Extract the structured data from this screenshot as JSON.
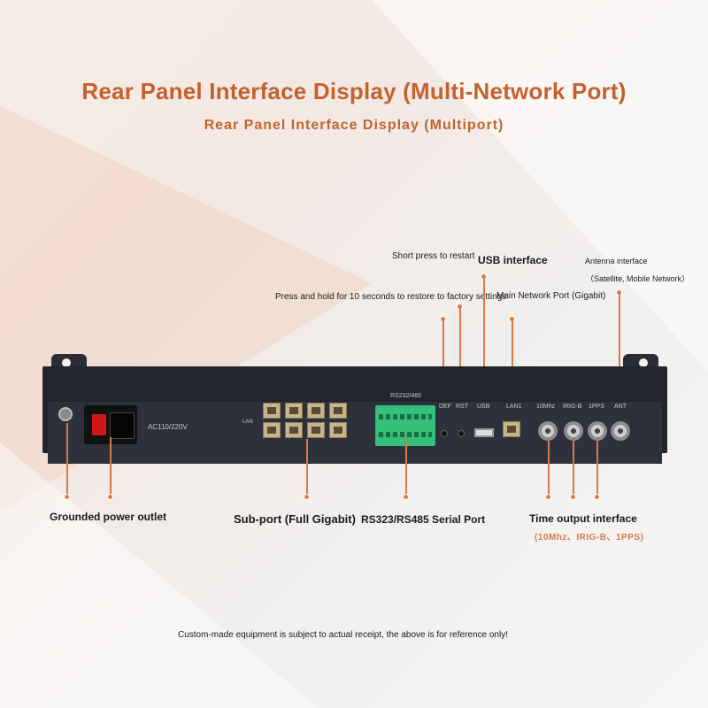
{
  "titles": {
    "main": "Rear Panel Interface Display (Multi-Network Port)",
    "sub": "Rear Panel Interface Display (Multiport)"
  },
  "annotations": {
    "short_press": "Short press to restart",
    "usb": "USB interface",
    "antenna": "Antenna interface",
    "antenna_sub": "（Satellite, Mobile Network）",
    "factory_reset": "Press and hold for 10 seconds to restore to factory settings",
    "main_port": "Main Network Port (Gigabit)",
    "grounded": "Grounded power outlet",
    "subport": "Sub-port (Full Gigabit)",
    "serial": "RS323/RS485 Serial Port",
    "time_output": "Time output interface",
    "time_output_sub": "(10Mhz、IRIG-B、1PPS)"
  },
  "panel_labels": {
    "power": "AC110/220V",
    "lan": "LAN",
    "rs": "RS232/485",
    "def": "DEF",
    "rst": "RST",
    "usb": "USB",
    "lan1": "LAN1",
    "mhz": "10Mhz",
    "irig": "IRIG-B",
    "pps": "1PPS",
    "ant": "ANT"
  },
  "footer": "Custom-made equipment is subject to actual receipt, the above is for reference only!",
  "colors": {
    "accent": "#c4622d",
    "pointer": "#d97a45",
    "chassis": "#22252d",
    "terminal": "#35c07a",
    "switch": "#d01818"
  }
}
